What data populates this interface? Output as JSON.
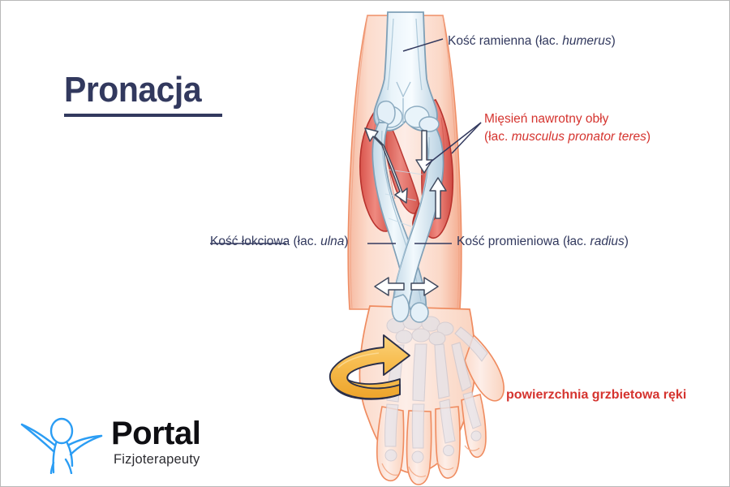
{
  "page": {
    "title": "Pronacja",
    "background_color": "#ffffff",
    "border_color": "#b9b9b9"
  },
  "colors": {
    "title_navy": "#32395e",
    "label_navy": "#32395e",
    "muscle_red": "#d5342f",
    "skin": "#fbdcce",
    "skin_edge": "#ef855a",
    "bone_fill": "#dfeaf2",
    "bone_edge": "#8ba9bd",
    "muscle_fill": "#e8736b",
    "muscle_edge": "#b8322d",
    "arrow_amber": "#f6b843",
    "arrow_amber_dark": "#e69a26",
    "arrow_outline": "#2a2f4a",
    "logo_blue": "#2b9df4",
    "logo_black": "#0e0e12"
  },
  "labels": {
    "humerus": {
      "text_pl": "Kość ramienna (łac. ",
      "text_lat": "humerus",
      "text_close": ")"
    },
    "pronator_teres": {
      "line1": "Mięsień nawrotny obły",
      "line2_open": "(łac. ",
      "line2_lat": "musculus pronator teres",
      "line2_close": ")"
    },
    "ulna": {
      "text_pl": "Kość łokciowa (łac. ",
      "text_lat": "ulna",
      "text_close": ")"
    },
    "radius": {
      "text_pl": "Kość promieniowa (łac. ",
      "text_lat": "radius",
      "text_close": ")"
    },
    "dorsal_surface": "powierzchnia grzbietowa ręki"
  },
  "logo": {
    "wordmark": "Portal",
    "subtitle": "Fizjoterapeuty",
    "mark_name": "stick-figure-arms-outstretched"
  },
  "diagram": {
    "subject": "right forearm in pronation, anterior view",
    "rotation_arrow": "clockwise curved ribbon arrow around wrist",
    "annotations": [
      "humerus",
      "pronator teres muscle",
      "ulna",
      "radius",
      "dorsal surface of hand"
    ]
  }
}
